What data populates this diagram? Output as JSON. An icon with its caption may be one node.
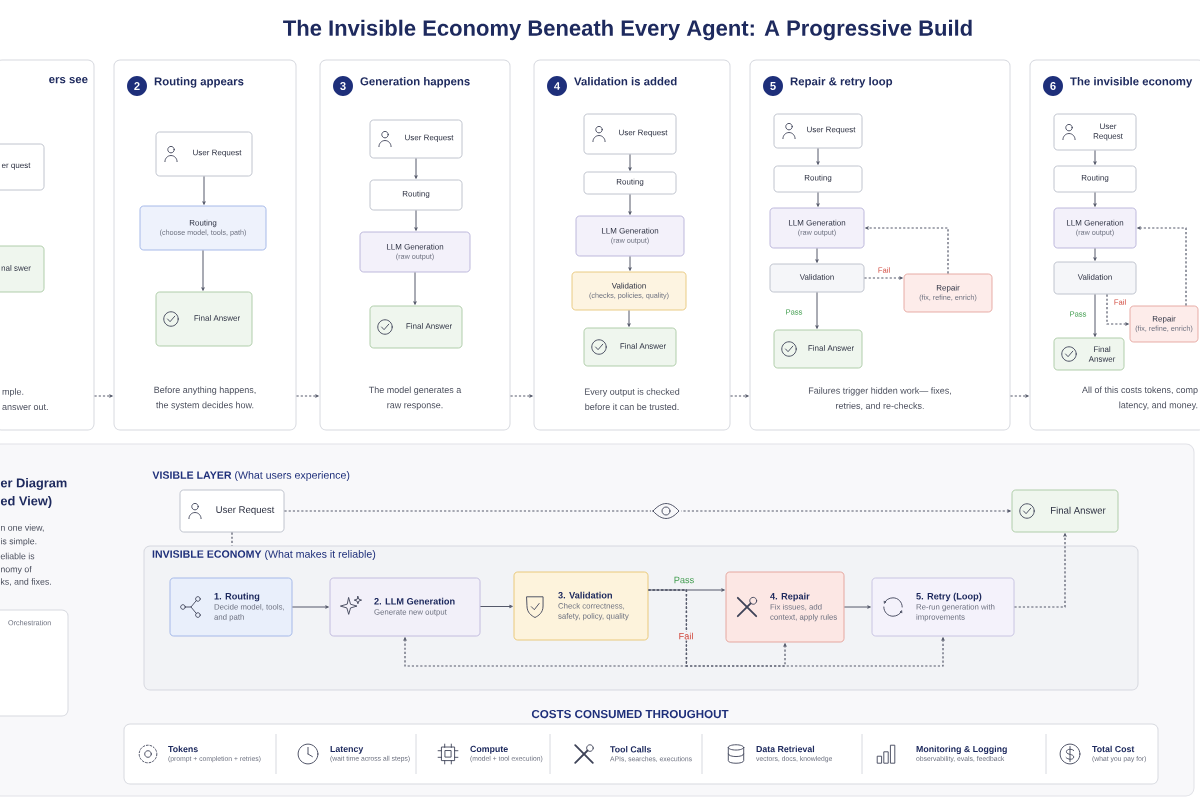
{
  "diagram": {
    "title": "The Invisible Economy Beneath Every Agent: A Progressive Build",
    "nodes": [
      {
        "text": [
          "ers see",
          "mple.",
          "answer out."
        ]
      },
      {
        "text": [
          "er quest"
        ],
        "in": 0
      },
      {
        "text": [
          "nal swer"
        ],
        "in": 0
      },
      {
        "text": [
          "Routing appears",
          "Before anything happens, the system decides how."
        ]
      },
      {
        "text": [
          "2"
        ],
        "in": 3
      },
      {
        "text": [
          "User Request"
        ],
        "in": 3
      },
      {
        "text": [
          "Routing",
          "(choose model, tools, path)"
        ],
        "in": 3
      },
      {
        "text": [
          "Final Answer"
        ],
        "in": 3
      },
      {
        "text": [
          "Generation happens",
          "The model generates a raw response."
        ]
      },
      {
        "text": [
          "3"
        ],
        "in": 8
      },
      {
        "text": [
          "User Request"
        ],
        "in": 8
      },
      {
        "text": [
          "Routing"
        ],
        "in": 8
      },
      {
        "text": [
          "LLM Generation",
          "(raw output)"
        ],
        "in": 8
      },
      {
        "text": [
          "Final Answer"
        ],
        "in": 8
      },
      {
        "text": [
          "Validation is added",
          "Every output is checked before it can be trusted."
        ]
      },
      {
        "text": [
          "4"
        ],
        "in": 14
      },
      {
        "text": [
          "User Request"
        ],
        "in": 14
      },
      {
        "text": [
          "Routing"
        ],
        "in": 14
      },
      {
        "text": [
          "LLM Generation",
          "(raw output)"
        ],
        "in": 14
      },
      {
        "text": [
          "Validation",
          "(checks, policies, quality)"
        ],
        "in": 14
      },
      {
        "text": [
          "Final Answer"
        ],
        "in": 14
      },
      {
        "text": [
          "Repair & retry loop",
          "Failures trigger hidden work— fixes, retries, and re-checks."
        ]
      },
      {
        "text": [
          "5"
        ],
        "in": 21
      },
      {
        "text": [
          "User Request"
        ],
        "in": 21
      },
      {
        "text": [
          "Routing"
        ],
        "in": 21
      },
      {
        "text": [
          "LLM Generation",
          "(raw output)"
        ],
        "in": 21
      },
      {
        "text": [
          "Validation"
        ],
        "in": 21
      },
      {
        "text": [
          "Final Answer"
        ],
        "in": 21
      },
      {
        "text": [
          "Repair",
          "(fix, refine, enrich)"
        ],
        "in": 21
      },
      {
        "text": [
          "The invisible economy",
          "All of this costs tokens, comp",
          "latency, and money."
        ]
      },
      {
        "text": [
          "6"
        ],
        "in": 29
      },
      {
        "text": [
          "User Request"
        ],
        "in": 29
      },
      {
        "text": [
          "Routing"
        ],
        "in": 29
      },
      {
        "text": [
          "LLM Generation",
          "(raw output)"
        ],
        "in": 29
      },
      {
        "text": [
          "Validation"
        ],
        "in": 29
      },
      {
        "text": [
          "Final Answer"
        ],
        "in": 29
      },
      {
        "text": [
          "Repair",
          "(fix, refine, enrich)"
        ],
        "in": 29
      },
      {
        "text": [
          "Orchestration"
        ]
      },
      {
        "text": [
          "User Request"
        ]
      },
      {
        "text": [
          "Final Answer"
        ]
      },
      {
        "text": [
          "**INVISIBLE ECONOMY** (What makes it reliable)"
        ]
      },
      {
        "text": [
          "1. Routing",
          "Decide model, tools, and path"
        ],
        "in": 40
      },
      {
        "text": [
          "2. LLM Generation",
          "Generate new output"
        ],
        "in": 40
      },
      {
        "text": [
          "3. Validation",
          "Check correctness, safety, policy, quality"
        ],
        "in": 40
      },
      {
        "text": [
          "4. Repair",
          "Fix issues, add context, apply rules"
        ],
        "in": 40
      },
      {
        "text": [
          "5. Retry (Loop)",
          "Re-run generation with improvements"
        ],
        "in": 40
      },
      {
        "text": [
          "COSTS CONSUMED THROUGHOUT",
          "Tokens",
          "(prompt + completion + retries)",
          "Latency",
          "(wait time across all steps)",
          "Compute",
          "(model + tool execution)",
          "Tool Calls",
          "APIs, searches, executions",
          "Data Retrieval",
          "vectors, docs, knowledge",
          "Monitoring & Logging",
          "observability, evals, feedback",
          "Total Cost",
          "(what you pay for)"
        ]
      }
    ],
    "edges": [
      {
        "from": 0,
        "to": 3,
        "arrow": "to",
        "style": "dashed"
      },
      {
        "from": 3,
        "to": 8,
        "arrow": "to",
        "style": "dashed"
      },
      {
        "from": 8,
        "to": 14,
        "arrow": "to",
        "style": "dashed"
      },
      {
        "from": 14,
        "to": 21,
        "arrow": "to",
        "style": "dashed"
      },
      {
        "from": 21,
        "to": 29,
        "arrow": "to",
        "style": "dashed"
      },
      {
        "from": 5,
        "to": 6,
        "arrow": "to"
      },
      {
        "from": 6,
        "to": 7,
        "arrow": "to"
      },
      {
        "from": 10,
        "to": 11,
        "arrow": "to"
      },
      {
        "from": 11,
        "to": 12,
        "arrow": "to"
      },
      {
        "from": 12,
        "to": 13,
        "arrow": "to"
      },
      {
        "from": 16,
        "to": 17,
        "arrow": "to"
      },
      {
        "from": 17,
        "to": 18,
        "arrow": "to"
      },
      {
        "from": 18,
        "to": 19,
        "arrow": "to"
      },
      {
        "from": 19,
        "to": 20,
        "arrow": "to"
      },
      {
        "from": 23,
        "to": 24,
        "arrow": "to"
      },
      {
        "from": 24,
        "to": 25,
        "arrow": "to"
      },
      {
        "from": 25,
        "to": 26,
        "arrow": "to"
      },
      {
        "from": 26,
        "to": 27,
        "arrow": "to",
        "label": "Pass"
      },
      {
        "from": 26,
        "to": 28,
        "arrow": "to",
        "style": "dashed",
        "label": "Fail"
      },
      {
        "from": 28,
        "to": 25,
        "arrow": "to",
        "style": "dashed"
      },
      {
        "from": 31,
        "to": 32,
        "arrow": "to"
      },
      {
        "from": 32,
        "to": 33,
        "arrow": "to"
      },
      {
        "from": 33,
        "to": 34,
        "arrow": "to"
      },
      {
        "from": 34,
        "to": 35,
        "arrow": "to",
        "label": "Pass"
      },
      {
        "from": 34,
        "to": 36,
        "arrow": "to",
        "style": "dashed",
        "label": "Fail"
      },
      {
        "from": 36,
        "to": 33,
        "arrow": "to",
        "style": "dashed"
      },
      {
        "from": 38,
        "to": 39,
        "arrow": "to",
        "style": "dashed"
      },
      {
        "from": 38,
        "to": 40,
        "arrow": "none",
        "style": "dashed"
      },
      {
        "from": 41,
        "to": 42,
        "arrow": "to"
      },
      {
        "from": 42,
        "to": 43,
        "arrow": "to"
      },
      {
        "from": 43,
        "to": 44,
        "arrow": "to",
        "label": "Pass"
      },
      {
        "from": 43,
        "to": 42,
        "arrow": "to",
        "style": "dashed",
        "label": "Fail"
      },
      {
        "from": 43,
        "to": 44,
        "arrow": "to",
        "style": "dashed"
      },
      {
        "from": 43,
        "to": 45,
        "arrow": "to",
        "style": "dashed"
      },
      {
        "from": 44,
        "to": 45,
        "arrow": "to"
      },
      {
        "from": 45,
        "to": 39,
        "arrow": "to",
        "style": "dashed"
      }
    ],
    "labels": [
      "er Diagram",
      "ed View)",
      "n one view,",
      "is simple.",
      "eliable is",
      "nomy of",
      "ks, and fixes.",
      "**VISIBLE LAYER** (What users experience)"
    ]
  }
}
